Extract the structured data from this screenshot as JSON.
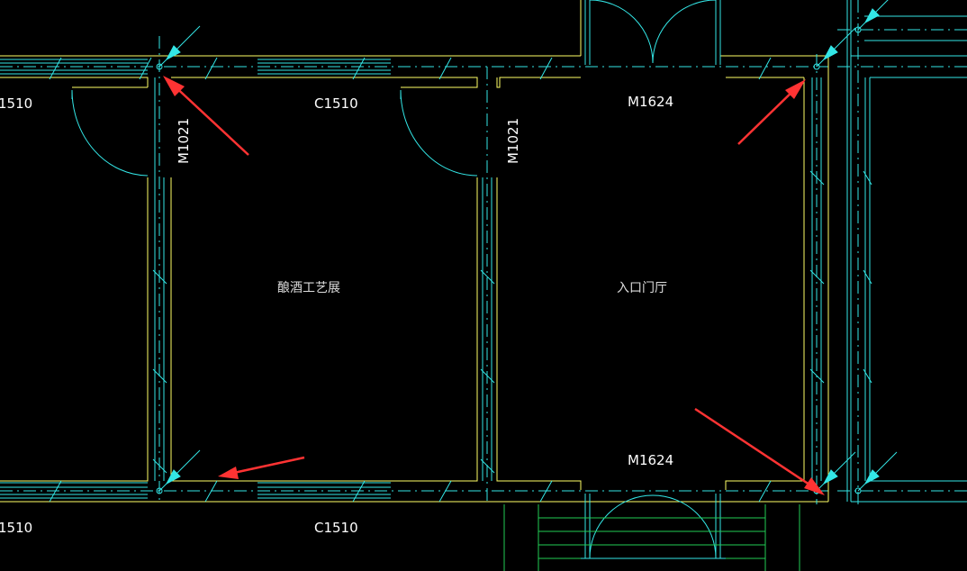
{
  "colors": {
    "background": "#000000",
    "wall": "#ffff66",
    "axis": "#33e6e6",
    "door": "#33e6e6",
    "stair": "#22cc55",
    "label": "#ffffff",
    "arrow": "#ff3333"
  },
  "labels": {
    "window_top_left_partial": "1510",
    "window_top_center": "C1510",
    "window_bottom_left_partial": "1510",
    "window_bottom_center": "C1510",
    "door_left": "M1021",
    "door_middle": "M1021",
    "door_entrance_top": "M1624",
    "door_entrance_bottom": "M1624",
    "room_exhibition": "酿酒工艺展",
    "room_lobby": "入口门厅"
  },
  "annotations": {
    "arrow_count": 4,
    "arrow_icon": "red-arrow-icon",
    "column_marker_icon": "cyan-triangle-icon"
  }
}
